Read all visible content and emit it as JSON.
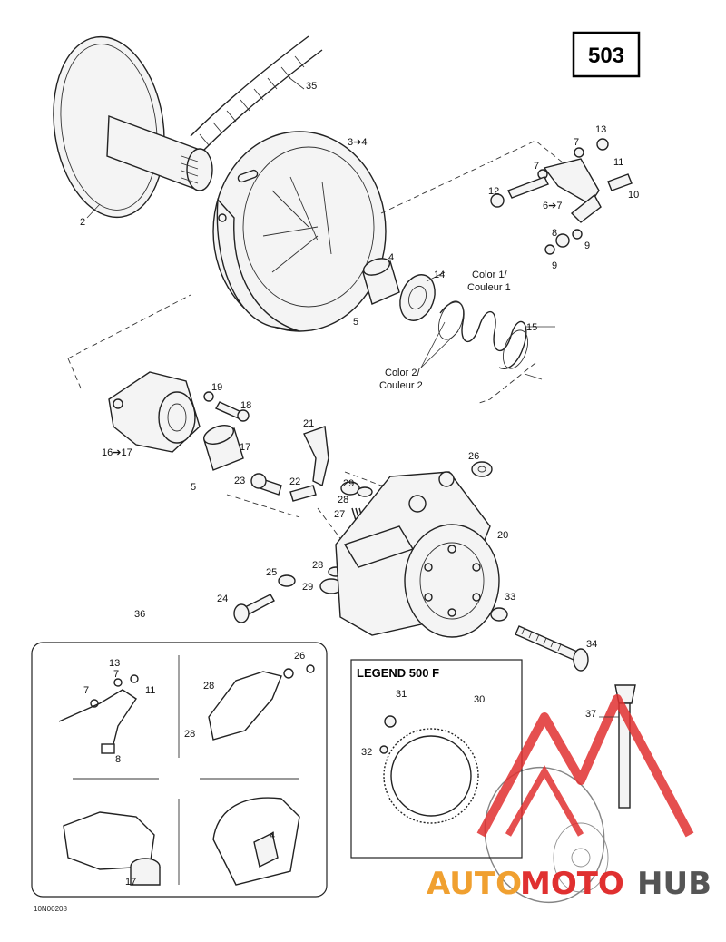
{
  "page_number": "503",
  "figure_code": "10N00208",
  "legend_title": "LEGEND 500 F",
  "watermark": {
    "text_left": "AUTO",
    "text_mid": "MOTO",
    "text_right": "HUB",
    "color_red": "#e03030",
    "color_orange": "#f0a030",
    "color_gray": "#555555"
  },
  "callouts": {
    "c2": "2",
    "c35": "35",
    "c3_4": "3➔4",
    "c13a": "13",
    "c7a": "7",
    "c7b": "7",
    "c11a": "11",
    "c12": "12",
    "c6_7": "6➔7",
    "c10": "10",
    "c8a": "8",
    "c9a": "9",
    "c9b": "9",
    "c4a": "4",
    "c14": "14",
    "c5a": "5",
    "color1": "Color 1/",
    "couleur1": "Couleur 1",
    "c15": "15",
    "color2": "Color 2/",
    "couleur2": "Couleur 2",
    "c19": "19",
    "c18": "18",
    "c16_17": "16➔17",
    "c17a": "17",
    "c5b": "5",
    "c21": "21",
    "c26a": "26",
    "c23": "23",
    "c22": "22",
    "c29a": "29",
    "c28a": "28",
    "c27": "27",
    "c20": "20",
    "c25": "25",
    "c28b": "28",
    "c29b": "29",
    "c24": "24",
    "c33": "33",
    "c34": "34",
    "c36": "36",
    "c13b": "13",
    "c7c": "7",
    "c7d": "7",
    "c11b": "11",
    "c8b": "8",
    "c26b": "26",
    "c28c": "28",
    "c28d": "28",
    "c31": "31",
    "c30": "30",
    "c32": "32",
    "c37": "37",
    "c17b": "17",
    "c4b": "4"
  }
}
